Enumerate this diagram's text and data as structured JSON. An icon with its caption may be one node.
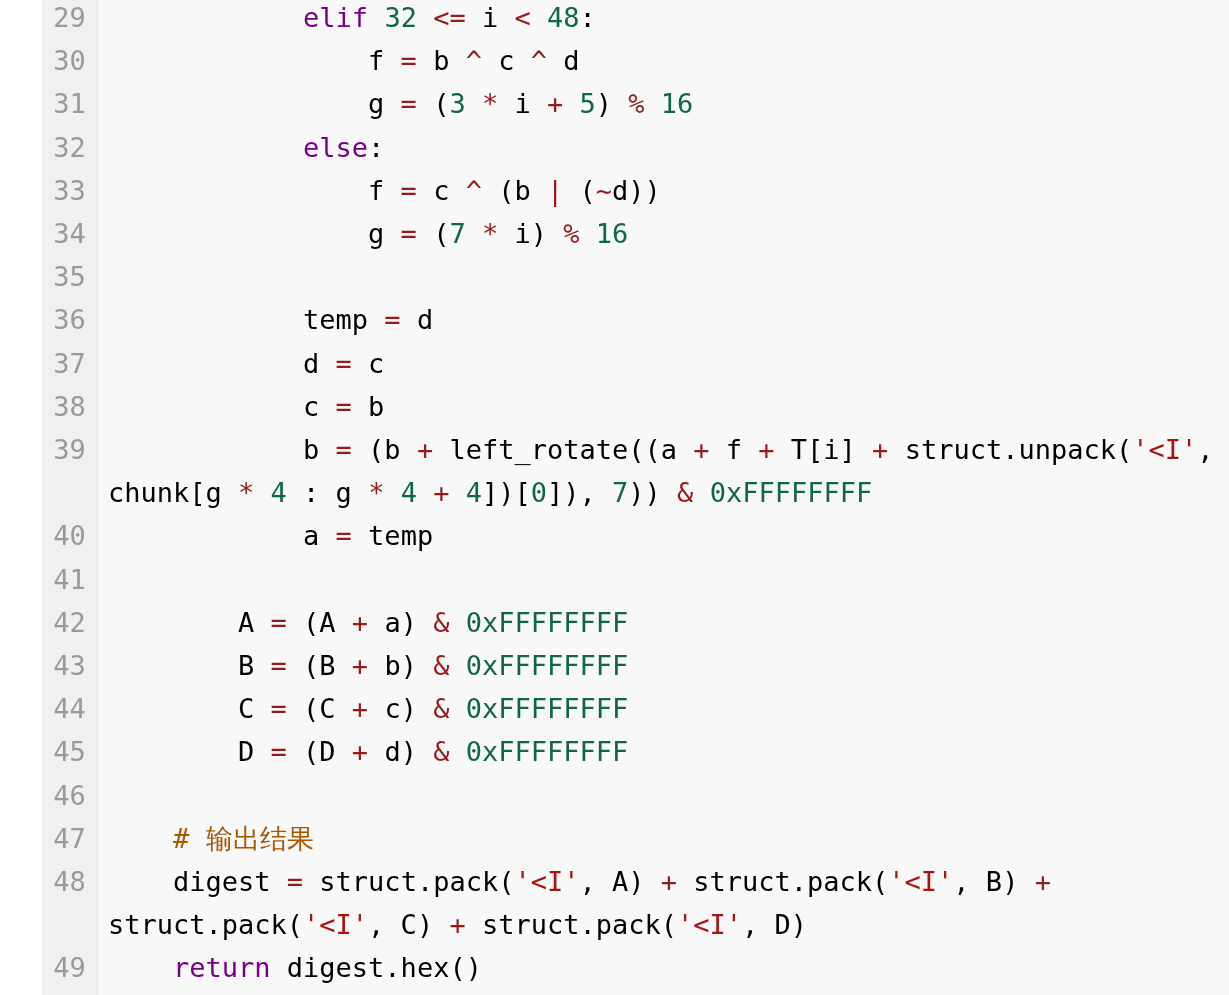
{
  "diagram": {
    "labels": [
      "29",
      "            elif 32 <= i < 48:",
      "30",
      "                f = b ^ c ^ d",
      "31",
      "                g = (3 * i + 5) % 16",
      "32",
      "            else:",
      "33",
      "                f = c ^ (b | (~d))",
      "34",
      "                g = (7 * i) % 16",
      "35",
      "36",
      "            temp = d",
      "37",
      "            d = c",
      "38",
      "            c = b",
      "39",
      "            b = (b + left_rotate((a + f + T[i] + struct.unpack('<I', chunk[g * 4 : g * 4 + 4])[0]), 7)) & 0xFFFFFFFF",
      "40",
      "            a = temp",
      "41",
      "42",
      "        A = (A + a) & 0xFFFFFFFF",
      "43",
      "        B = (B + b) & 0xFFFFFFFF",
      "44",
      "        C = (C + c) & 0xFFFFFFFF",
      "45",
      "        D = (D + d) & 0xFFFFFFFF",
      "46",
      "47",
      "    # 输出结果",
      "48",
      "    digest = struct.pack('<I', A) + struct.pack('<I', B) + struct.pack('<I', C) + struct.pack('<I', D)",
      "49",
      "    return digest.hex()"
    ]
  }
}
